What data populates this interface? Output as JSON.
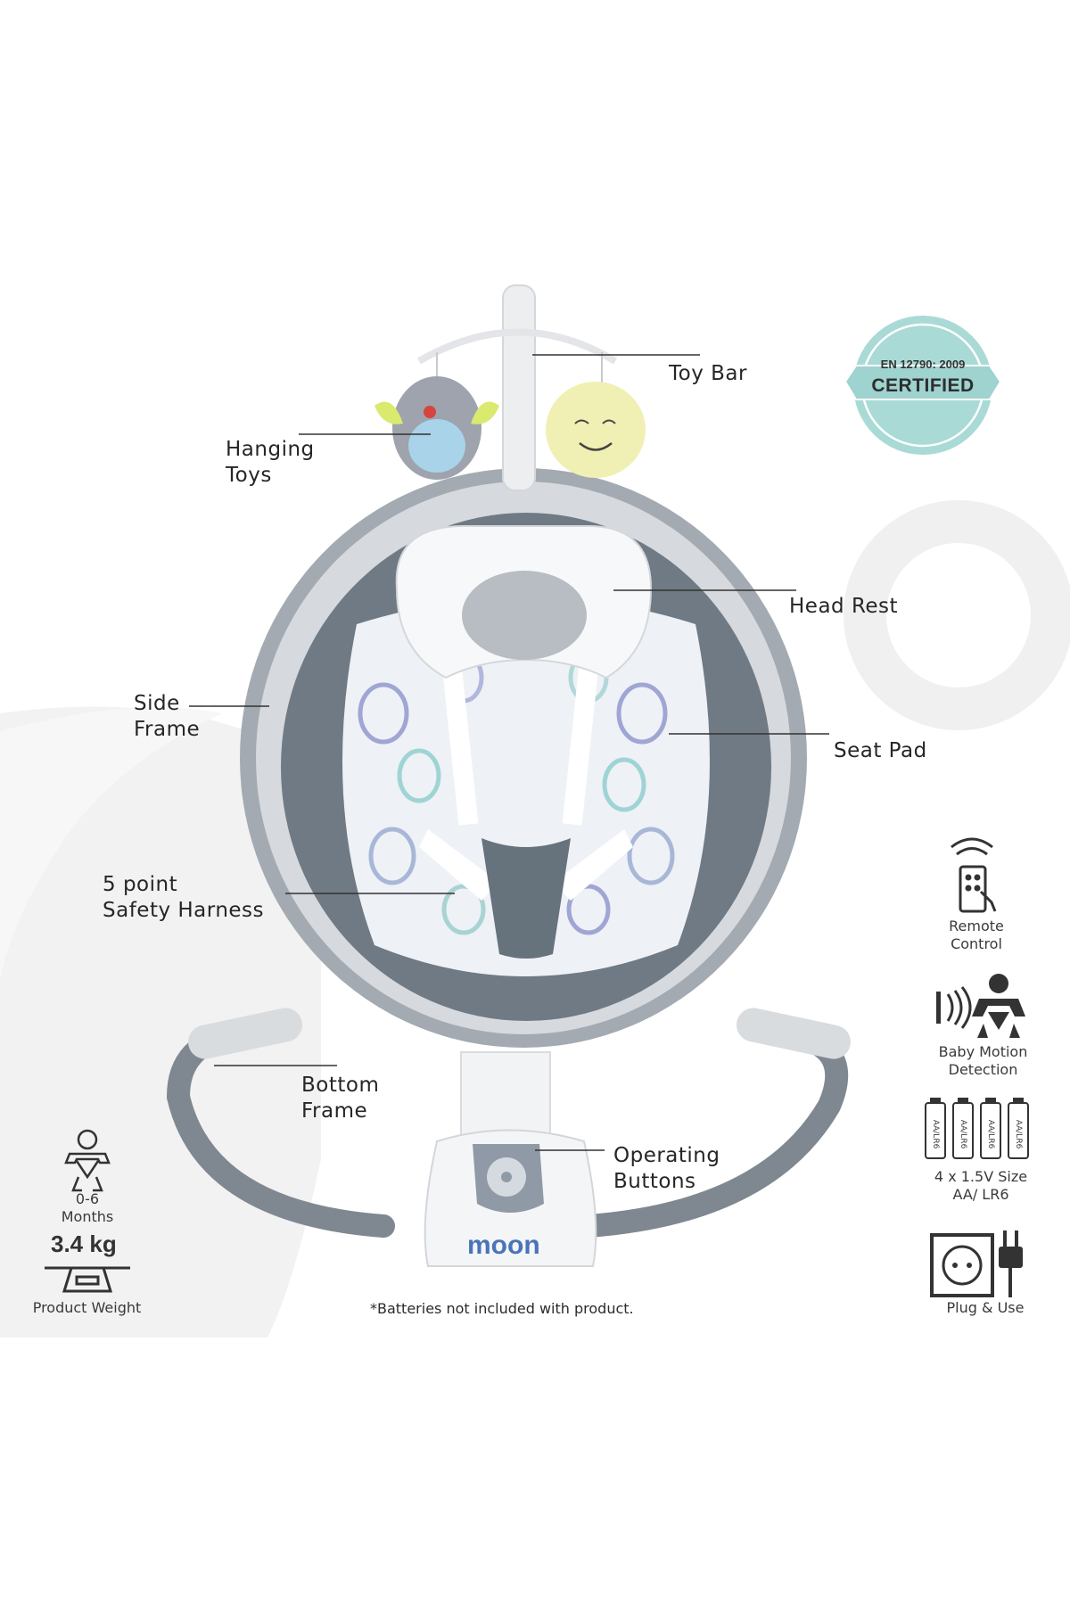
{
  "certification": {
    "standard": "EN 12790: 2009",
    "label": "CERTIFIED",
    "badge_color": "#9ed3cf"
  },
  "callouts": {
    "toy_bar": "Toy Bar",
    "hanging_toys": "Hanging\nToys",
    "head_rest": "Head Rest",
    "side_frame": "Side\nFrame",
    "seat_pad": "Seat Pad",
    "safety_harness": "5 point\nSafety Harness",
    "bottom_frame": "Bottom\nFrame",
    "operating_buttons": "Operating\nButtons"
  },
  "brand_name": "moon",
  "features": {
    "remote_control": "Remote\nControl",
    "baby_motion": "Baby Motion\nDetection",
    "batteries": "4 x 1.5V Size\nAA/ LR6",
    "battery_cell_label": "AA/LR6",
    "plug_use": "Plug & Use"
  },
  "age": {
    "range": "0-6\nMonths"
  },
  "weight": {
    "value": "3.4 kg",
    "label": "Product Weight"
  },
  "disclaimer": "*Batteries not included with product.",
  "colors": {
    "frame_gray": "#8f979f",
    "fabric_gray": "#6d7882",
    "light_gray": "#e2e4e7",
    "accent_blue": "#4a74b8",
    "toy_yellow": "#f0f0b4",
    "toy_owl": "#9ea3ad"
  }
}
